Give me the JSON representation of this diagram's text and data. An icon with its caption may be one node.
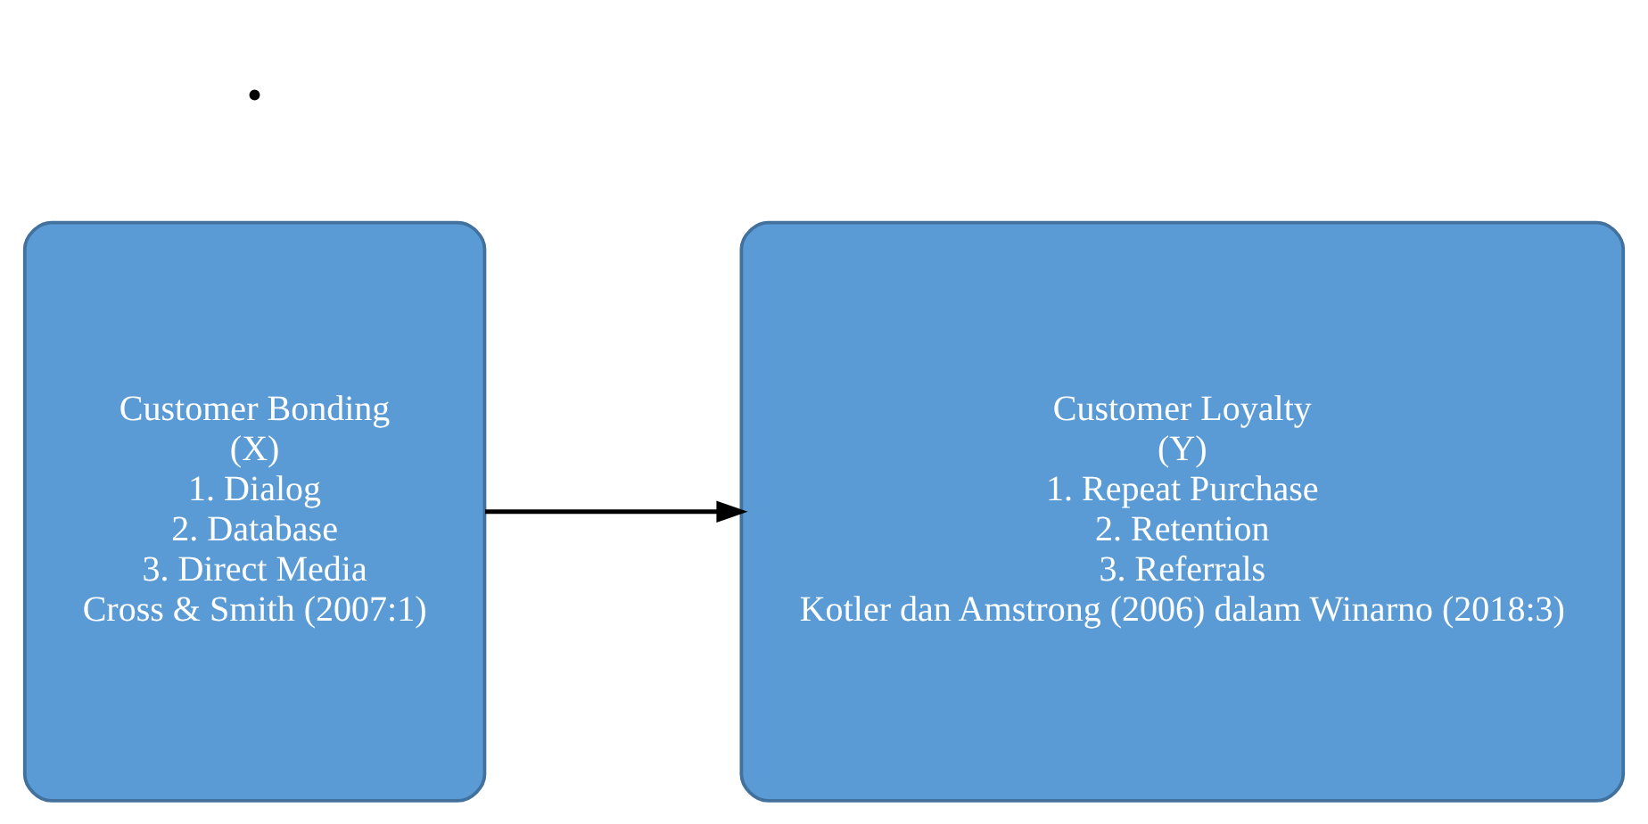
{
  "diagram": {
    "nodes": [
      {
        "text": [
          "Customer Bonding",
          "(X)",
          "1. Dialog",
          "2. Database",
          "3. Direct Media",
          "Cross & Smith (2007:1)"
        ]
      },
      {
        "text": [
          "Customer Loyalty",
          "(Y)",
          "1. Repeat Purchase",
          "2. Retention",
          "3. Referrals",
          "Kotler dan Amstrong (2006) dalam Winarno (2018:3)"
        ]
      }
    ],
    "edges": [
      {
        "from": 0,
        "to": 1,
        "arrow": "to"
      }
    ],
    "labels": [
      "•"
    ]
  }
}
